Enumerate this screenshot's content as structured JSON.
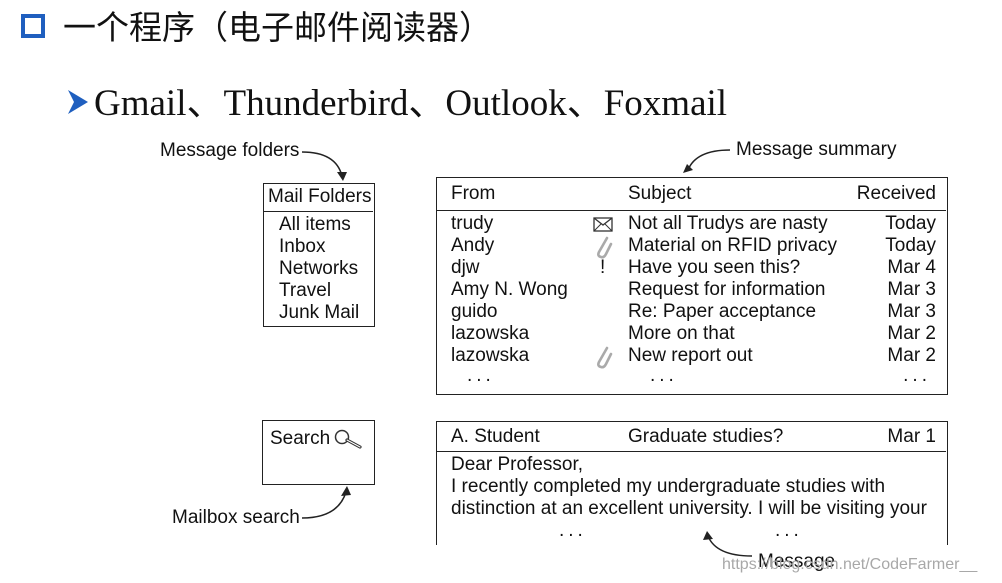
{
  "title": "一个程序（电子邮件阅读器）",
  "subtitle": "Gmail、Thunderbird、Outlook、Foxmail",
  "annotations": {
    "folders": "Message folders",
    "summary": "Message summary",
    "search": "Mailbox search",
    "message": "Message"
  },
  "folders_panel": {
    "header": "Mail Folders",
    "items": [
      "All items",
      "Inbox",
      "Networks",
      "Travel",
      "Junk Mail"
    ]
  },
  "summary_panel": {
    "columns": {
      "from": "From",
      "subject": "Subject",
      "received": "Received"
    },
    "rows": [
      {
        "from": "trudy",
        "icon": "envelope-icon",
        "subject": "Not all Trudys are nasty",
        "received": "Today"
      },
      {
        "from": "Andy",
        "icon": "paperclip-icon",
        "subject": "Material on RFID privacy",
        "received": "Today"
      },
      {
        "from": "djw",
        "icon": "!",
        "subject": "Have you seen this?",
        "received": "Mar 4"
      },
      {
        "from": "Amy N. Wong",
        "icon": "",
        "subject": "Request for information",
        "received": "Mar 3"
      },
      {
        "from": "guido",
        "icon": "",
        "subject": "Re: Paper acceptance",
        "received": "Mar 3"
      },
      {
        "from": "lazowska",
        "icon": "",
        "subject": "More on that",
        "received": "Mar 2"
      },
      {
        "from": "lazowska",
        "icon": "paperclip-icon",
        "subject": "New report out",
        "received": "Mar 2"
      }
    ],
    "ellipsis": "..."
  },
  "search_panel": {
    "label": "Search"
  },
  "message_panel": {
    "from": "A. Student",
    "subject": "Graduate studies?",
    "date": "Mar 1",
    "body": [
      "Dear Professor,",
      "I recently completed my undergraduate studies with",
      "distinction at an excellent university. I will be visiting your"
    ],
    "ellipsis": "..."
  },
  "watermark": "https://blog.csdn.net/CodeFarmer__",
  "colors": {
    "accent": "#1f5fbf"
  }
}
